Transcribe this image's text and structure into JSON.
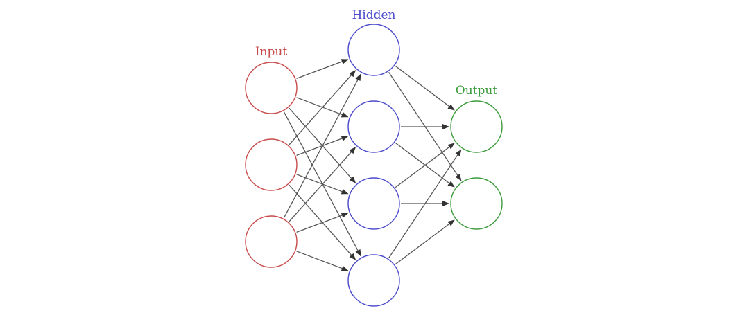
{
  "diagram": {
    "type": "neural-network",
    "layers": [
      {
        "id": "input",
        "label": "Input",
        "color": "#c84a4a",
        "node_count": 3
      },
      {
        "id": "hidden",
        "label": "Hidden",
        "color": "#4c4ccc",
        "node_count": 4
      },
      {
        "id": "output",
        "label": "Output",
        "color": "#3c9c3c",
        "node_count": 2
      }
    ],
    "connections": "fully-connected",
    "edge_color": "#555555"
  }
}
